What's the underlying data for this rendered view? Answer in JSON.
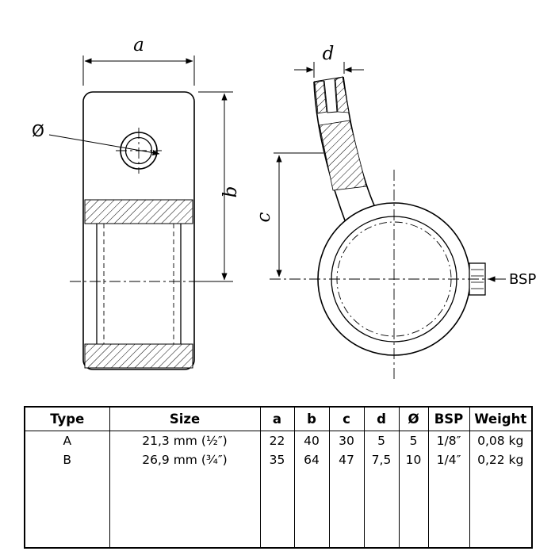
{
  "drawing": {
    "labels": {
      "dim_a": "a",
      "dim_b": "b",
      "dim_c": "c",
      "dim_d": "d",
      "diameter": "Ø",
      "bsp": "BSP"
    }
  },
  "table": {
    "headers": [
      "Type",
      "Size",
      "a",
      "b",
      "c",
      "d",
      "Ø",
      "BSP",
      "Weight"
    ],
    "rows": [
      [
        "A",
        "21,3 mm (½″)",
        "22",
        "40",
        "30",
        "5",
        "5",
        "1/8″",
        "0,08 kg"
      ],
      [
        "B",
        "26,9 mm (¾″)",
        "35",
        "64",
        "47",
        "7,5",
        "10",
        "1/4″",
        "0,22 kg"
      ]
    ]
  },
  "colors": {
    "line": "#000000",
    "background": "#ffffff"
  }
}
